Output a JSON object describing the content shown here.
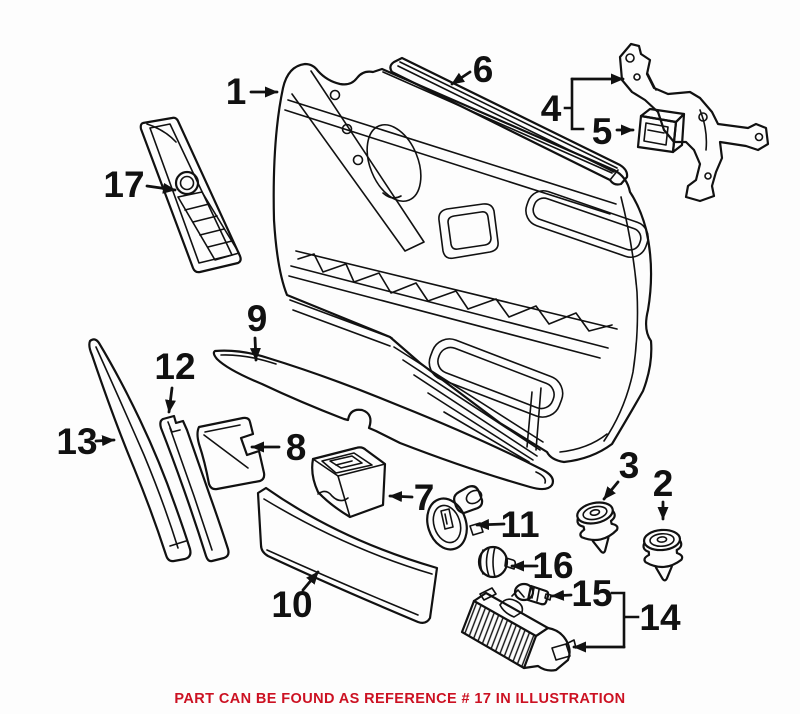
{
  "diagram": {
    "kind": "exploded-parts-illustration",
    "subject": "front door interior trim panel"
  },
  "callouts": [
    "1",
    "2",
    "3",
    "4",
    "5",
    "6",
    "7",
    "8",
    "9",
    "10",
    "11",
    "12",
    "13",
    "14",
    "15",
    "16",
    "17"
  ],
  "note": {
    "text": "PART CAN BE FOUND AS REFERENCE # 17 IN ILLUSTRATION",
    "color": "#CC1122"
  },
  "colors": {
    "background": "#FDFDFD",
    "line": "#111111",
    "note_red": "#CC1122"
  }
}
